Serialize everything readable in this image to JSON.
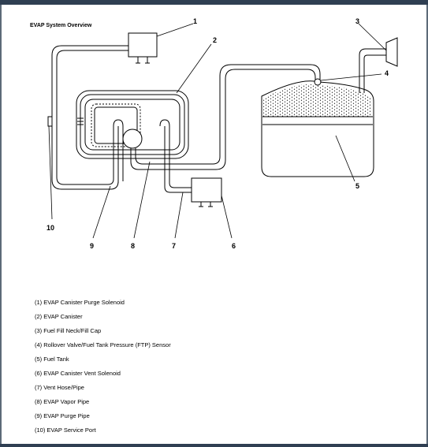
{
  "title": "EVAP System Overview",
  "callouts": [
    "1",
    "2",
    "3",
    "4",
    "5",
    "6",
    "7",
    "8",
    "9",
    "10"
  ],
  "legend": [
    "(1) EVAP Canister Purge Solenoid",
    "(2) EVAP Canister",
    "(3) Fuel Fill Neck/Fill Cap",
    "(4) Rollover Valve/Fuel Tank Pressure (FTP) Sensor",
    "(5) Fuel Tank",
    "(6) EVAP Canister Vent Solenoid",
    "(7) Vent Hose/Pipe",
    "(8) EVAP Vapor Pipe",
    "(9) EVAP Purge Pipe",
    "(10) EVAP Service Port"
  ]
}
